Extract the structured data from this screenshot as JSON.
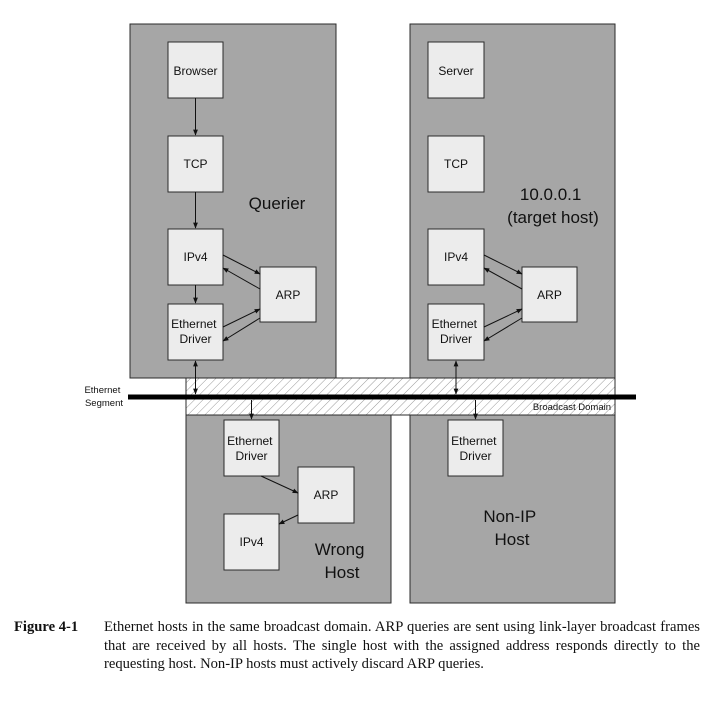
{
  "hosts": {
    "querier": {
      "label": "Querier"
    },
    "target": {
      "label_lines": [
        "10.0.0.1",
        "(target host)"
      ]
    },
    "wrong": {
      "label_lines": [
        "Wrong",
        "Host"
      ]
    },
    "nonip": {
      "label_lines": [
        "Non-IP",
        "Host"
      ]
    }
  },
  "boxes": {
    "browser": "Browser",
    "server": "Server",
    "tcp": "TCP",
    "ipv4": "IPv4",
    "arp": "ARP",
    "ethernet_driver_lines": [
      "Ethernet",
      "Driver"
    ]
  },
  "segment": {
    "label_lines": [
      "Ethernet",
      "Segment"
    ],
    "broadcast_domain": "Broadcast Domain"
  },
  "caption": {
    "label": "Figure 4-1",
    "text": "Ethernet hosts in the same broadcast domain. ARP queries are sent using link-layer broadcast frames that are received by all hosts. The single host with the assigned address responds directly to the requesting host. Non-IP hosts must actively discard ARP queries."
  },
  "colors": {
    "host_background": "#a6a6a6",
    "box_fill": "#ececec",
    "line": "#111111"
  }
}
